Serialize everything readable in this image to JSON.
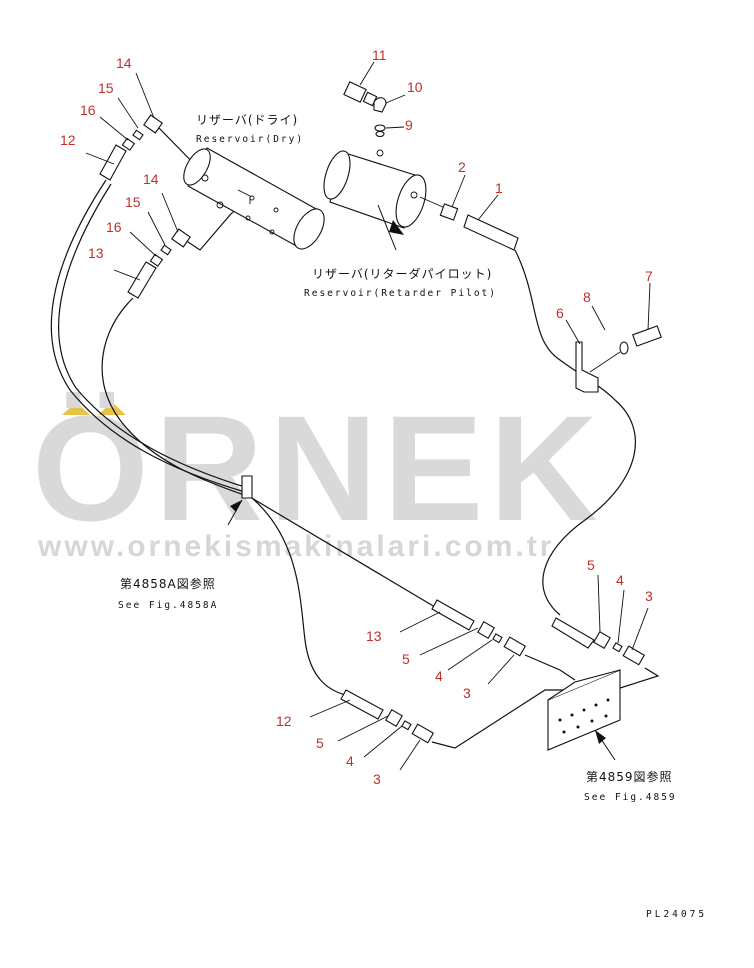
{
  "watermark": {
    "brand": "ÖRNEK",
    "url": "www.ornekismakinalari.com.tr"
  },
  "labels": {
    "reservoir_dry_jp": "リザーバ(ドライ)",
    "reservoir_dry_en": "Reservoir(Dry)",
    "reservoir_retarder_jp": "リザーバ(リターダパイロット)",
    "reservoir_retarder_en": "Reservoir(Retarder Pilot)",
    "ref_4858a_jp": "第4858A図参照",
    "ref_4858a_en": "See Fig.4858A",
    "ref_4859_jp": "第4859図参照",
    "ref_4859_en": "See Fig.4859",
    "drawing_code": "PL24075"
  },
  "callouts": [
    {
      "id": "c14a",
      "text": "14"
    },
    {
      "id": "c15a",
      "text": "15"
    },
    {
      "id": "c16a",
      "text": "16"
    },
    {
      "id": "c12a",
      "text": "12"
    },
    {
      "id": "c14b",
      "text": "14"
    },
    {
      "id": "c15b",
      "text": "15"
    },
    {
      "id": "c16b",
      "text": "16"
    },
    {
      "id": "c13a",
      "text": "13"
    },
    {
      "id": "c11",
      "text": "11"
    },
    {
      "id": "c10",
      "text": "10"
    },
    {
      "id": "c9",
      "text": "9"
    },
    {
      "id": "c2",
      "text": "2"
    },
    {
      "id": "c1",
      "text": "1"
    },
    {
      "id": "c7",
      "text": "7"
    },
    {
      "id": "c8",
      "text": "8"
    },
    {
      "id": "c6",
      "text": "6"
    },
    {
      "id": "c5a",
      "text": "5"
    },
    {
      "id": "c4a",
      "text": "4"
    },
    {
      "id": "c3a",
      "text": "3"
    },
    {
      "id": "c13b",
      "text": "13"
    },
    {
      "id": "c5b",
      "text": "5"
    },
    {
      "id": "c4b",
      "text": "4"
    },
    {
      "id": "c3b",
      "text": "3"
    },
    {
      "id": "c12b",
      "text": "12"
    },
    {
      "id": "c5c",
      "text": "5"
    },
    {
      "id": "c4c",
      "text": "4"
    },
    {
      "id": "c3c",
      "text": "3"
    }
  ],
  "colors": {
    "callout": "#c0302b",
    "watermark": "#d9d9d9",
    "watermark_accent": "#e8c34a"
  }
}
